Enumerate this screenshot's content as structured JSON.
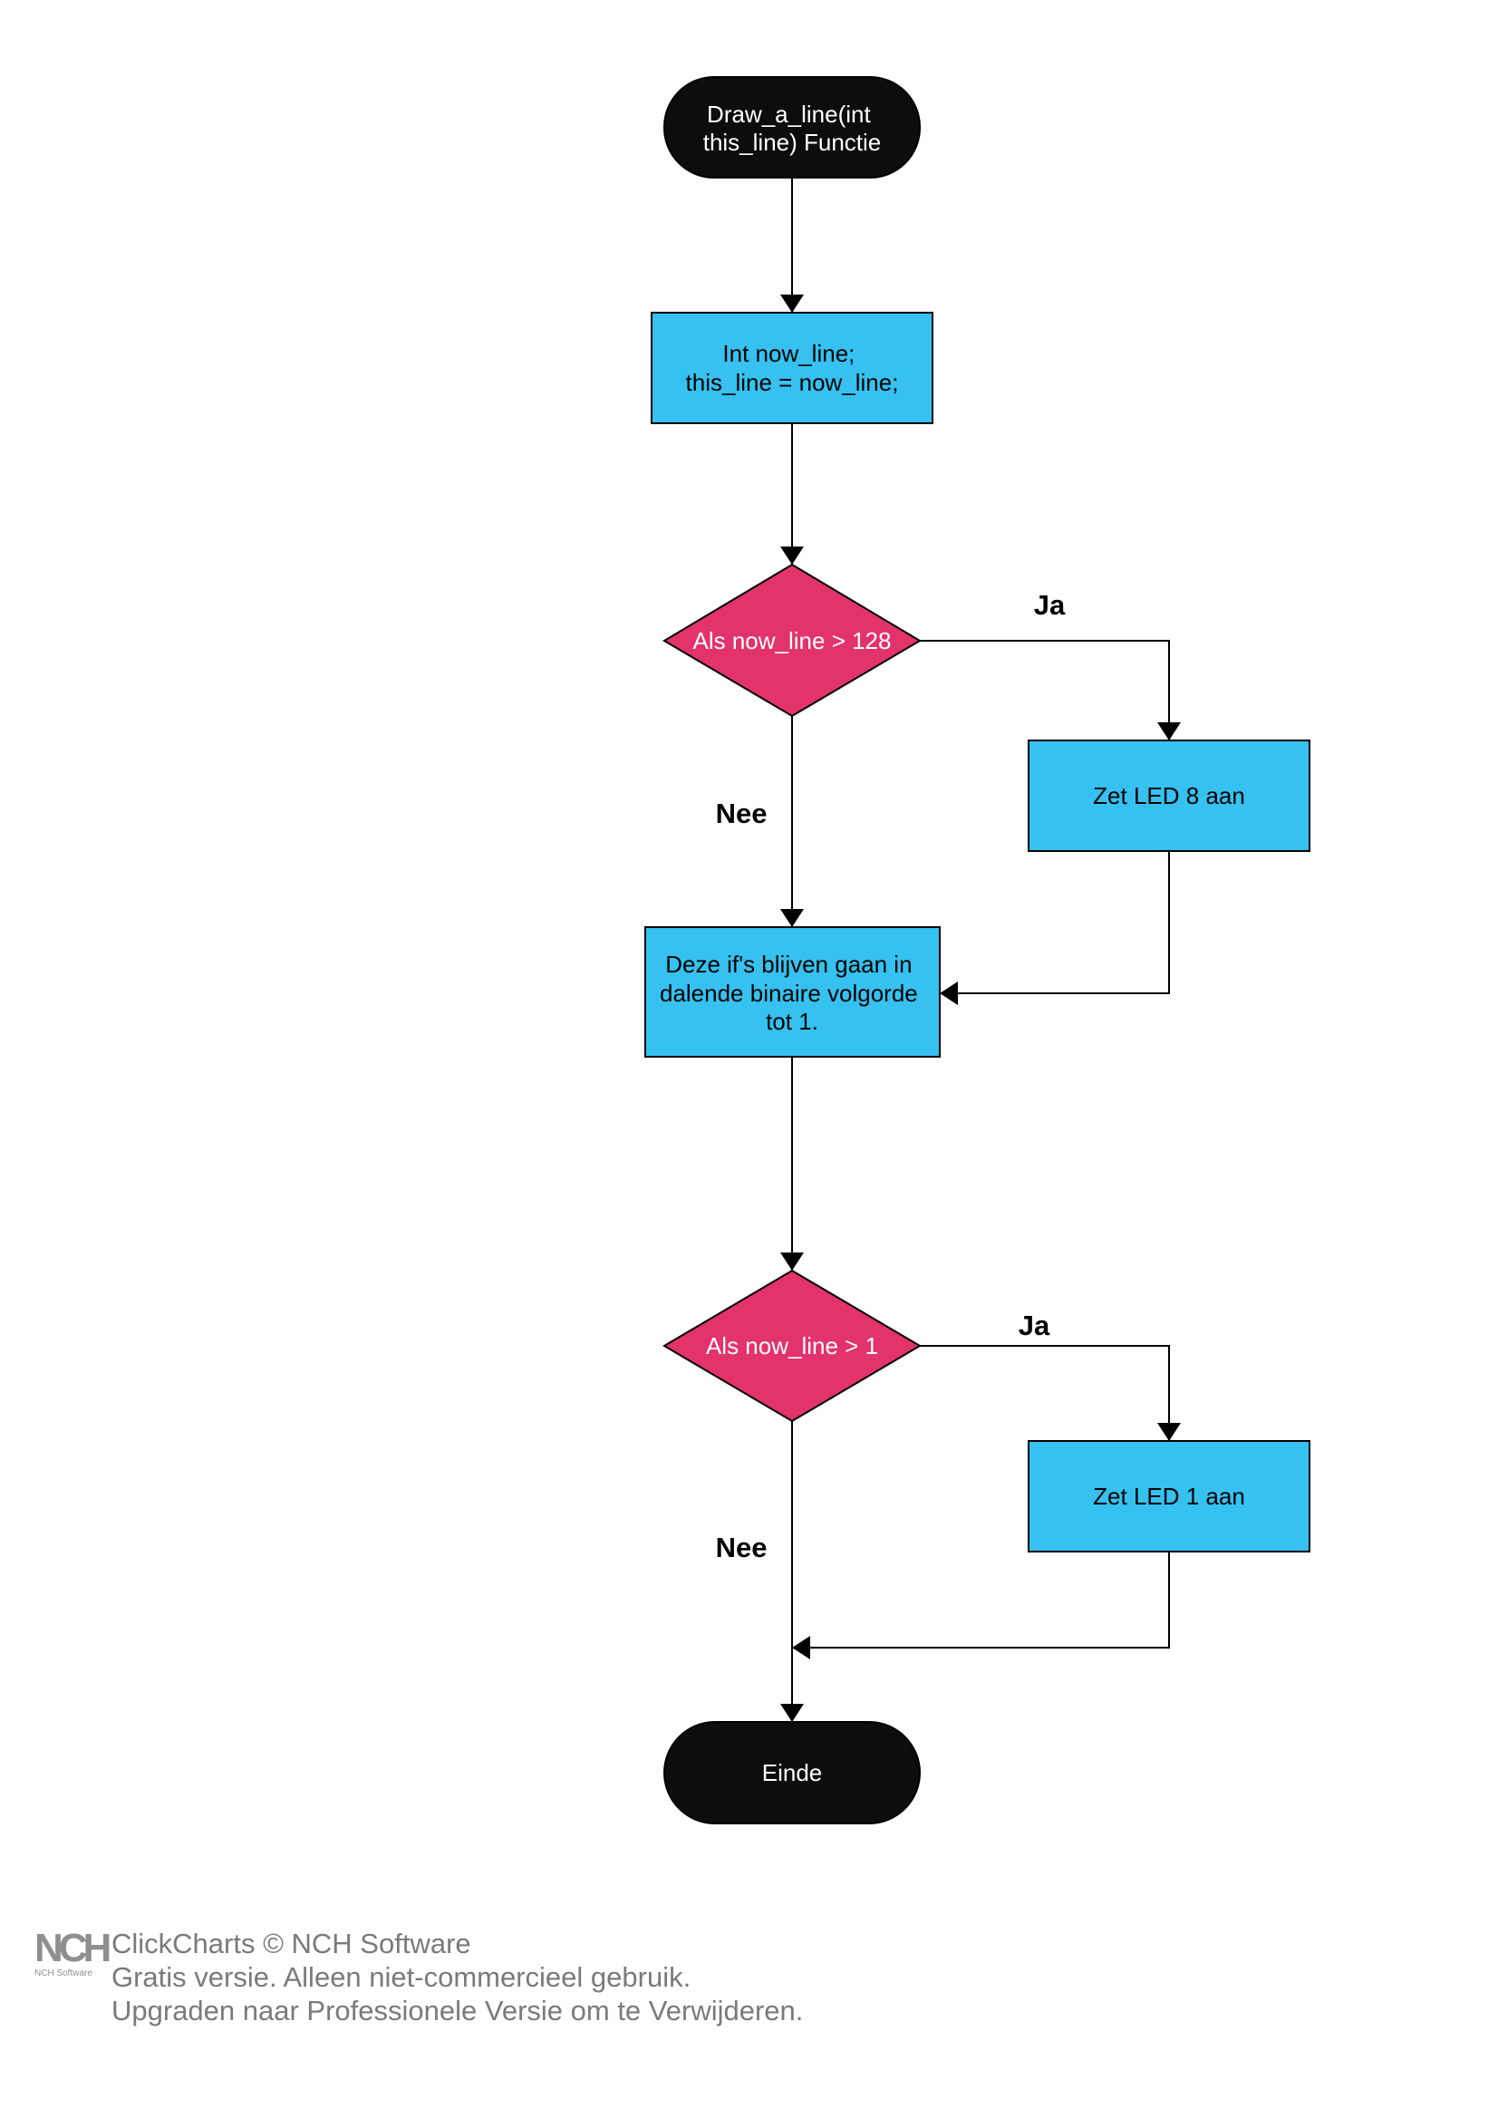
{
  "colors": {
    "terminator": "#0d0d0d",
    "process": "#36c1f0",
    "decision": "#e2336a",
    "stroke": "#000000",
    "footer_text": "#7a7a7a"
  },
  "nodes": {
    "start": [
      "Draw_a_line(int",
      "this_line) Functie"
    ],
    "init": [
      "Int now_line;",
      "this_line = now_line;"
    ],
    "decision1": [
      "Als now_line > 128"
    ],
    "led8": [
      "Zet LED 8 aan"
    ],
    "loop_note": [
      "Deze if's blijven gaan in",
      "dalende binaire volgorde",
      "tot 1."
    ],
    "decision2": [
      "Als now_line > 1"
    ],
    "led1": [
      "Zet LED 1 aan"
    ],
    "end": [
      "Einde"
    ]
  },
  "edge_labels": {
    "d1_yes": "Ja",
    "d1_no": "Nee",
    "d2_yes": "Ja",
    "d2_no": "Nee"
  },
  "footer": {
    "logo": "NCH",
    "logo_sub": "NCH Software",
    "line1": "ClickCharts © NCH Software",
    "line2": "Gratis versie. Alleen niet-commercieel gebruik.",
    "line3": "Upgraden naar Professionele Versie om te Verwijderen."
  }
}
